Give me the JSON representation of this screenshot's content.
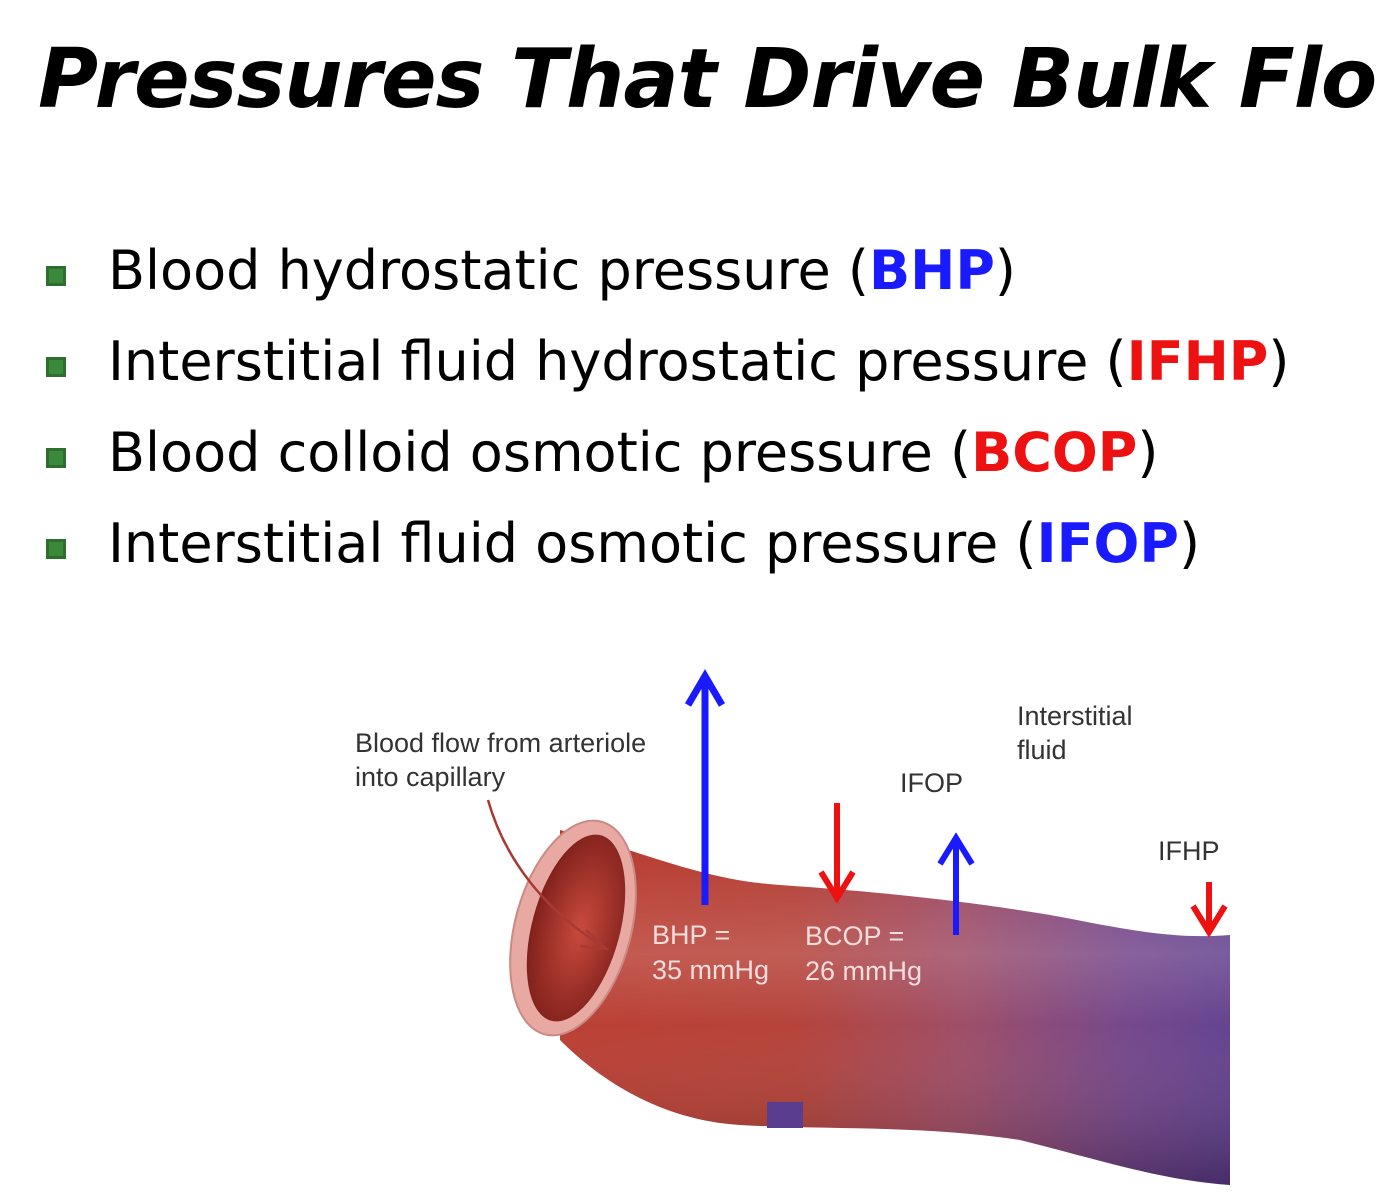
{
  "title": "Pressures That Drive Bulk Flow",
  "bullets": [
    {
      "text": "Blood hydrostatic pressure (",
      "abbr": "BHP",
      "close": ")",
      "abbr_color": "blue"
    },
    {
      "text": "Interstitial fluid hydrostatic pressure (",
      "abbr": "IFHP",
      "close": ")",
      "abbr_color": "red"
    },
    {
      "text": "Blood colloid osmotic pressure (",
      "abbr": "BCOP",
      "close": ")",
      "abbr_color": "red"
    },
    {
      "text": "Interstitial fluid osmotic pressure (",
      "abbr": "IFOP",
      "close": ")",
      "abbr_color": "blue"
    }
  ],
  "diagram": {
    "blood_flow_label_line1": "Blood flow from arteriole",
    "blood_flow_label_line2": "into capillary",
    "interstitial_label_line1": "Interstitial",
    "interstitial_label_line2": "fluid",
    "ifop_label": "IFOP",
    "ifhp_label": "IFHP",
    "bhp_label_line1": "BHP =",
    "bhp_label_line2": "35 mmHg",
    "bcop_label_line1": "BCOP =",
    "bcop_label_line2": "26 mmHg"
  },
  "colors": {
    "blue": "#1a1aff",
    "red": "#ee1111",
    "bullet_green": "#3b8a3b"
  }
}
